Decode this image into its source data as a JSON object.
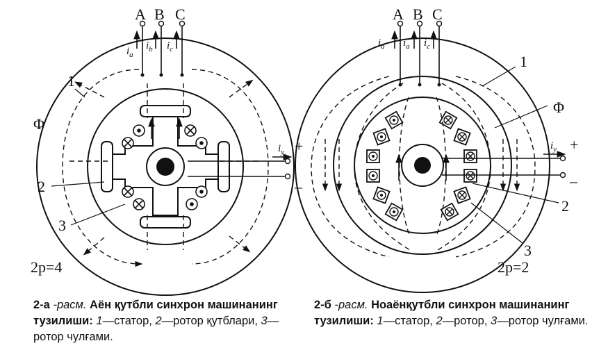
{
  "left": {
    "phases": [
      "A",
      "B",
      "C"
    ],
    "currents": [
      "i",
      "a",
      "i",
      "b",
      "i",
      "c"
    ],
    "flux": "Φ",
    "current_y": "i",
    "current_y_sub": "y",
    "plus": "+",
    "minus": "–",
    "callouts": [
      "1",
      "2",
      "3"
    ],
    "poles": "2p=4",
    "caption": {
      "number": "2-а",
      "word": "-расм.",
      "title": "Аён қутбли синхрон машинанинг тузилиши:",
      "items": [
        {
          "n": "1",
          "text": "—статор,"
        },
        {
          "n": "2",
          "text": "—ротор қутблари,"
        },
        {
          "n": "3",
          "text": "—ротор чулғами."
        }
      ]
    }
  },
  "right": {
    "phases": [
      "A",
      "B",
      "C"
    ],
    "currents": [
      "i",
      "a",
      "i",
      "a",
      "i",
      "c"
    ],
    "flux": "Φ",
    "current_y": "i",
    "current_y_sub": "y",
    "plus": "+",
    "minus": "–",
    "callouts": [
      "1",
      "2",
      "3"
    ],
    "poles": "2p=2",
    "caption": {
      "number": "2-б",
      "word": "-расм.",
      "title": "Ноаёнқутбли синхрон машинанинг тузилиши:",
      "items": [
        {
          "n": "1",
          "text": "—статор,"
        },
        {
          "n": "2",
          "text": "—ротор,"
        },
        {
          "n": "3",
          "text": "—ротор чулғами."
        }
      ]
    }
  }
}
